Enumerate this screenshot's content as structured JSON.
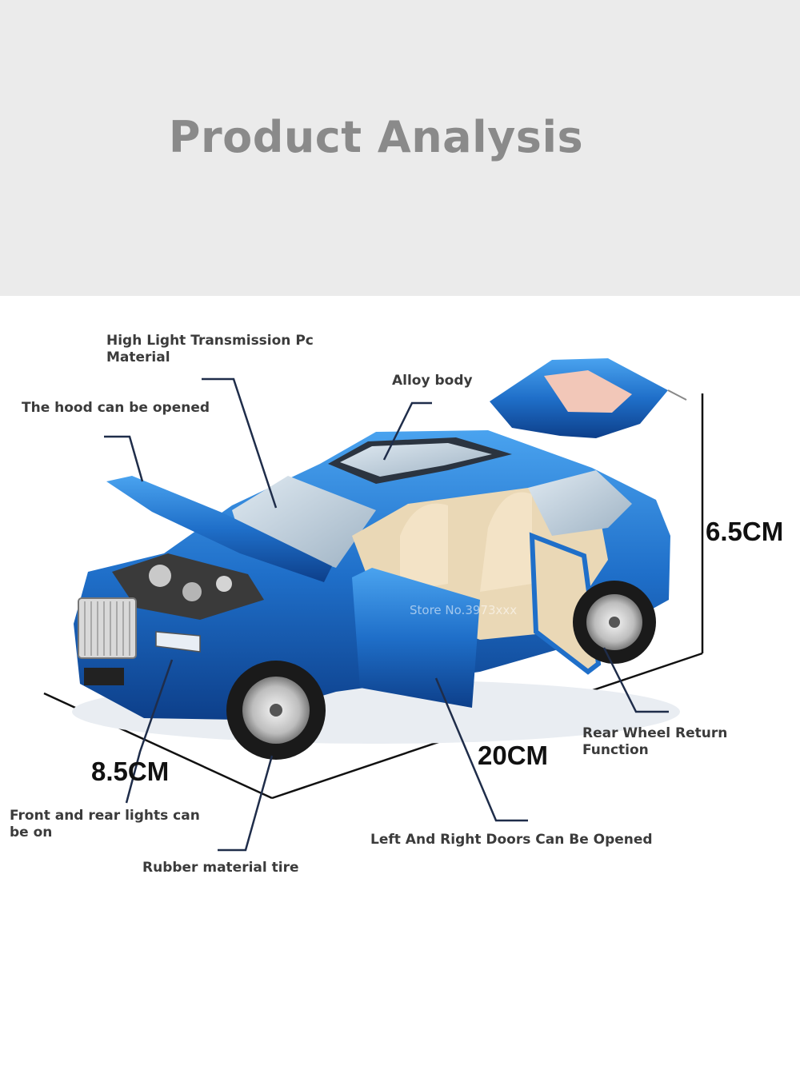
{
  "header": {
    "title": "Product Analysis"
  },
  "labels": {
    "pc_material_line1": "High Light Transmission Pc",
    "pc_material_line2": "Material",
    "hood": "The hood can be opened",
    "alloy_body": "Alloy body",
    "rear_wheel_line1": "Rear Wheel Return",
    "rear_wheel_line2": "Function",
    "lights_line1": "Front and rear lights can",
    "lights_line2": "be on",
    "doors": "Left And Right Doors Can Be Opened",
    "tire": "Rubber material tire"
  },
  "dimensions": {
    "height": "6.5CM",
    "length": "20CM",
    "width": "8.5CM"
  },
  "watermark": "Store No.3973xxx",
  "colors": {
    "header_bg": "#ebebeb",
    "car_body": "#1f6fc9",
    "interior": "#e8d4b0",
    "callout_line": "#1f2d4a"
  }
}
